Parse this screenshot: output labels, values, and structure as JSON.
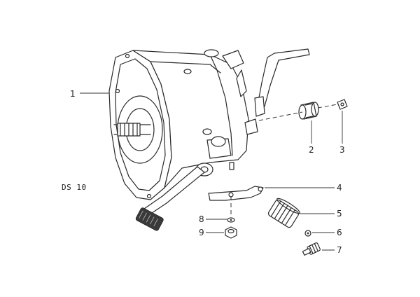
{
  "diagram": {
    "model_tag": "DS 10",
    "callouts": [
      "1",
      "2",
      "3",
      "4",
      "5",
      "6",
      "7",
      "8",
      "9"
    ]
  }
}
